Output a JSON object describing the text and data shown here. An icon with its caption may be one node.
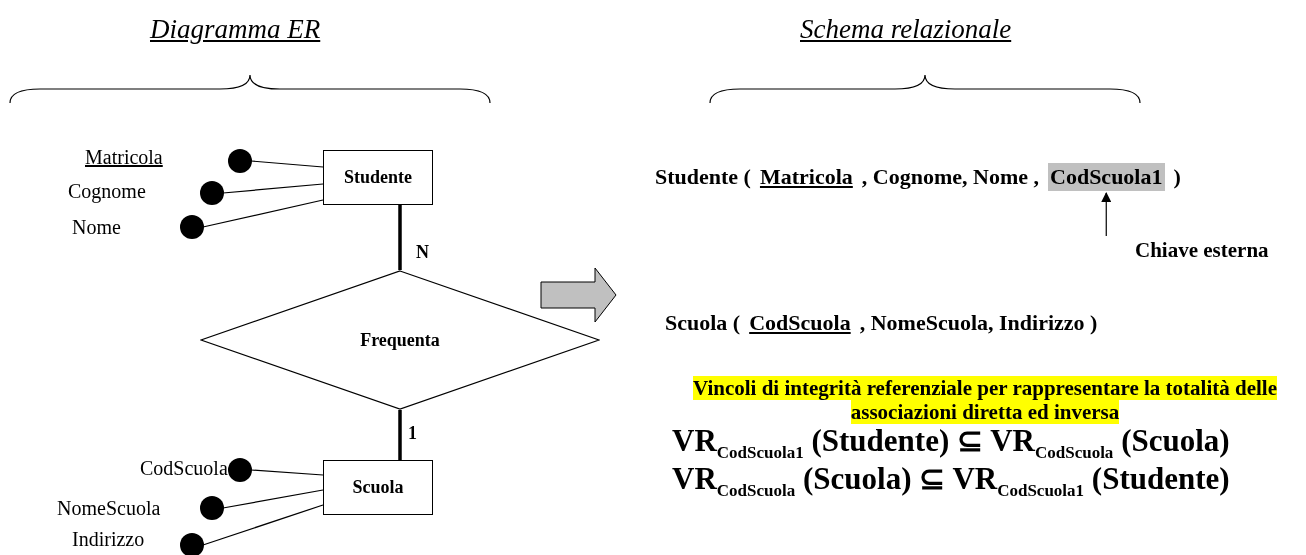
{
  "diagram": {
    "nodes": [
      {
        "text": [
          "Studente"
        ]
      },
      {
        "text": [
          "Frequenta"
        ]
      },
      {
        "text": [
          "Scuola"
        ]
      },
      {
        "text": [],
        "shape": "circle",
        "beside": [
          "Matricola"
        ]
      },
      {
        "text": [],
        "shape": "circle",
        "beside": [
          "Cognome"
        ]
      },
      {
        "text": [],
        "shape": "circle",
        "beside": [
          "Nome"
        ]
      },
      {
        "text": [],
        "shape": "circle",
        "beside": [
          "CodScuola"
        ]
      },
      {
        "text": [],
        "shape": "circle",
        "beside": [
          "NomeScuola"
        ]
      },
      {
        "text": [],
        "shape": "circle",
        "beside": [
          "Indirizzo"
        ]
      },
      {
        "text": [
          "CodScuola1"
        ]
      },
      {
        "text": [
          "Chiave esterna"
        ]
      }
    ],
    "edges": [
      {
        "from": 3,
        "to": 0,
        "arrow": "none"
      },
      {
        "from": 4,
        "to": 0,
        "arrow": "none"
      },
      {
        "from": 5,
        "to": 0,
        "arrow": "none"
      },
      {
        "from": 0,
        "to": 1,
        "arrow": "none",
        "label": "N",
        "style": "thick"
      },
      {
        "from": 1,
        "to": 2,
        "arrow": "none",
        "label": "1",
        "style": "thick"
      },
      {
        "from": 6,
        "to": 2,
        "arrow": "none"
      },
      {
        "from": 7,
        "to": 2,
        "arrow": "none"
      },
      {
        "from": 8,
        "to": 2,
        "arrow": "none"
      },
      {
        "from": 10,
        "to": 9,
        "arrow": "to"
      }
    ],
    "labels": [
      "Diagramma ER",
      "Schema relazionale",
      "Studente (",
      "Matricola",
      ", Cognome, Nome ,",
      ")",
      "Scuola (",
      "CodScuola",
      ", NomeScuola, Indirizzo )",
      "Vincoli di integrità referenziale per rappresentare la totalità delle associazioni diretta ed inversa",
      "VR$_{CodScuola1}$ (Studente) ⊆ VR$_{CodScuola}$ (Scuola)",
      "VR$_{CodScuola}$ (Scuola) ⊆ VR$_{CodScuola1}$ (Studente)"
    ]
  }
}
